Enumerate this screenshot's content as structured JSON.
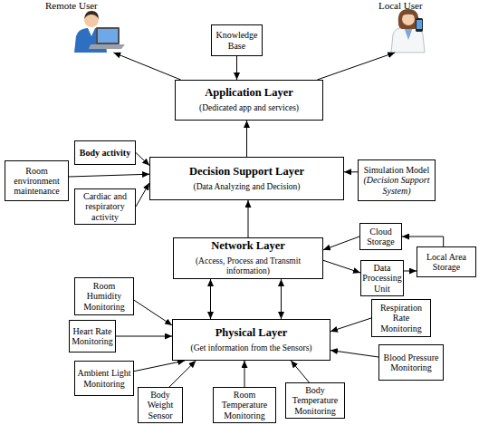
{
  "diagram": {
    "nodes": [
      {
        "text": [
          "Remote User"
        ]
      },
      {
        "text": [
          "Local User"
        ]
      },
      {
        "text": [
          "Knowledge Base"
        ]
      },
      {
        "text": [
          "Application Layer",
          "(Dedicated app and services)"
        ]
      },
      {
        "text": [
          "Body activity"
        ]
      },
      {
        "text": [
          "Room environment maintenance"
        ]
      },
      {
        "text": [
          "Decision Support Layer",
          "(Data Analyzing and Decision)"
        ]
      },
      {
        "text": [
          "Simulation Model",
          "(Decision Support System)"
        ]
      },
      {
        "text": [
          "Cardiac and respiratory activity"
        ]
      },
      {
        "text": [
          "Cloud Storage"
        ]
      },
      {
        "text": [
          "Network Layer",
          "(Access, Process and Transmit information)"
        ]
      },
      {
        "text": [
          "Local Area Storage"
        ]
      },
      {
        "text": [
          "Data Processing Unit"
        ]
      },
      {
        "text": [
          "Room Humidity Monitoring"
        ]
      },
      {
        "text": [
          "Respiration Rate Monitoring"
        ]
      },
      {
        "text": [
          "Heart Rate Monitoring"
        ]
      },
      {
        "text": [
          "Physical Layer",
          "(Get information from the Sensors)"
        ]
      },
      {
        "text": [
          "Blood Pressure Monitoring"
        ]
      },
      {
        "text": [
          "Ambient Light Monitoring"
        ]
      },
      {
        "text": [
          "Body Weight Sensor"
        ]
      },
      {
        "text": [
          "Room Temperature Monitoring"
        ]
      },
      {
        "text": [
          "Body Temperature Monitoring"
        ]
      }
    ],
    "edges": [
      {
        "from": 3,
        "to": 0,
        "arrow": "to"
      },
      {
        "from": 3,
        "to": 1,
        "arrow": "to"
      },
      {
        "from": 2,
        "to": 3,
        "arrow": "to"
      },
      {
        "from": 6,
        "to": 3,
        "arrow": "to"
      },
      {
        "from": 4,
        "to": 6,
        "arrow": "to"
      },
      {
        "from": 5,
        "to": 6,
        "arrow": "to"
      },
      {
        "from": 8,
        "to": 6,
        "arrow": "to"
      },
      {
        "from": 7,
        "to": 6,
        "arrow": "to"
      },
      {
        "from": 10,
        "to": 6,
        "arrow": "to"
      },
      {
        "from": 9,
        "to": 10,
        "arrow": "to"
      },
      {
        "from": 10,
        "to": 12,
        "arrow": "to"
      },
      {
        "from": 12,
        "to": 11,
        "arrow": "to"
      },
      {
        "from": 11,
        "to": 9,
        "arrow": "to"
      },
      {
        "from": 10,
        "to": 16,
        "arrow": "both"
      },
      {
        "from": 10,
        "to": 16,
        "arrow": "both"
      },
      {
        "from": 13,
        "to": 16,
        "arrow": "to"
      },
      {
        "from": 15,
        "to": 16,
        "arrow": "to"
      },
      {
        "from": 18,
        "to": 16,
        "arrow": "to"
      },
      {
        "from": 19,
        "to": 16,
        "arrow": "to"
      },
      {
        "from": 20,
        "to": 16,
        "arrow": "to"
      },
      {
        "from": 21,
        "to": 16,
        "arrow": "to"
      },
      {
        "from": 14,
        "to": 16,
        "arrow": "to"
      },
      {
        "from": 17,
        "to": 16,
        "arrow": "to"
      }
    ]
  }
}
